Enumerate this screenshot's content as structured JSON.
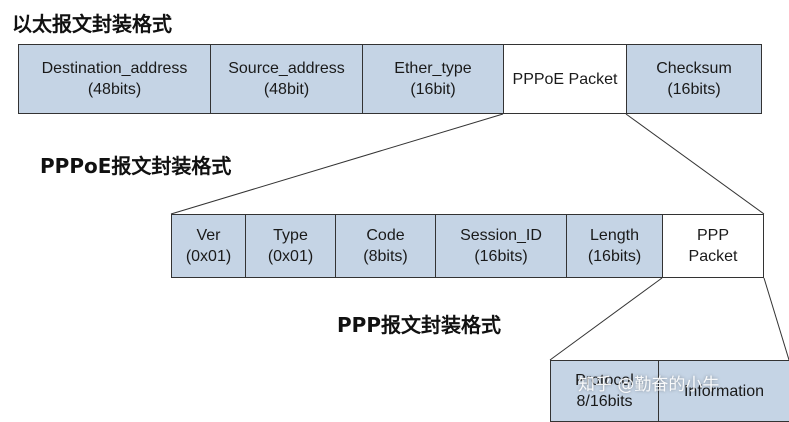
{
  "titles": {
    "ethernet": "以太报文封装格式",
    "pppoe": "PPPoE报文封装格式",
    "ppp": "PPP报文封装格式"
  },
  "ethernet_frame": {
    "fields": [
      {
        "name": "Destination_address",
        "size": "(48bits)"
      },
      {
        "name": "Source_address",
        "size": "(48bit)"
      },
      {
        "name": "Ether_type",
        "size": "(16bit)"
      },
      {
        "name": "PPPoE Packet",
        "size": ""
      },
      {
        "name": "Checksum",
        "size": "(16bits)"
      }
    ]
  },
  "pppoe_frame": {
    "fields": [
      {
        "name": "Ver",
        "size": "(0x01)"
      },
      {
        "name": "Type",
        "size": "(0x01)"
      },
      {
        "name": "Code",
        "size": "(8bits)"
      },
      {
        "name": "Session_ID",
        "size": "(16bits)"
      },
      {
        "name": "Length",
        "size": "(16bits)"
      },
      {
        "name": "PPP",
        "size": "Packet"
      }
    ]
  },
  "ppp_frame": {
    "fields": [
      {
        "name": "Protocol",
        "size": "8/16bits"
      },
      {
        "name": "Information",
        "size": ""
      }
    ]
  },
  "watermark": "知乎 @勤奋的小牛"
}
